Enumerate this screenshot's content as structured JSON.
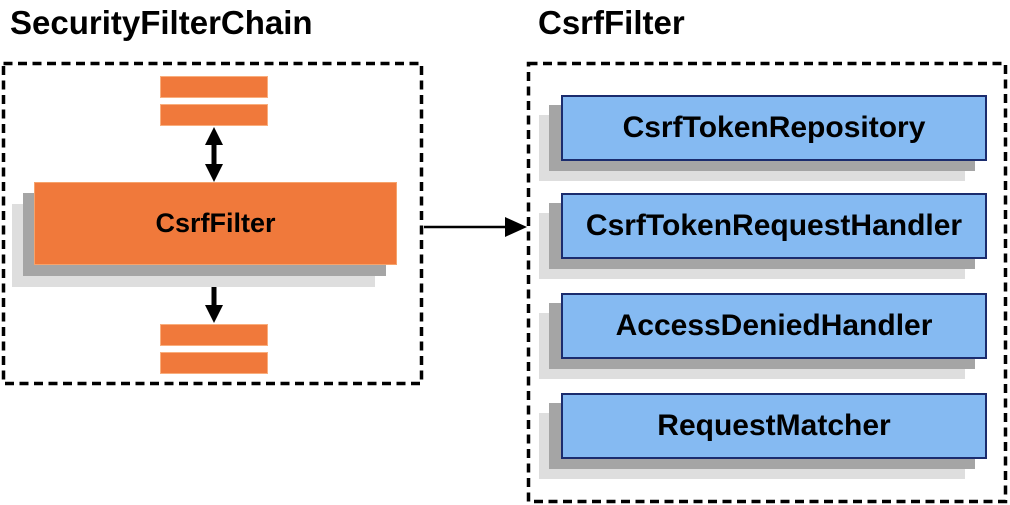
{
  "left": {
    "title": "SecurityFilterChain",
    "node_label": "CsrfFilter"
  },
  "right": {
    "title": "CsrfFilter",
    "components": [
      {
        "label": "CsrfTokenRepository"
      },
      {
        "label": "CsrfTokenRequestHandler"
      },
      {
        "label": "AccessDeniedHandler"
      },
      {
        "label": "RequestMatcher"
      }
    ]
  },
  "colors": {
    "orange_fill": "#F0793B",
    "orange_border": "#F9AE7D",
    "blue_fill": "#85BAF2",
    "blue_border": "#1B2C6E",
    "shadow_dark": "#A5A5A5",
    "shadow_light": "#DEDEDE",
    "line": "#000000"
  }
}
